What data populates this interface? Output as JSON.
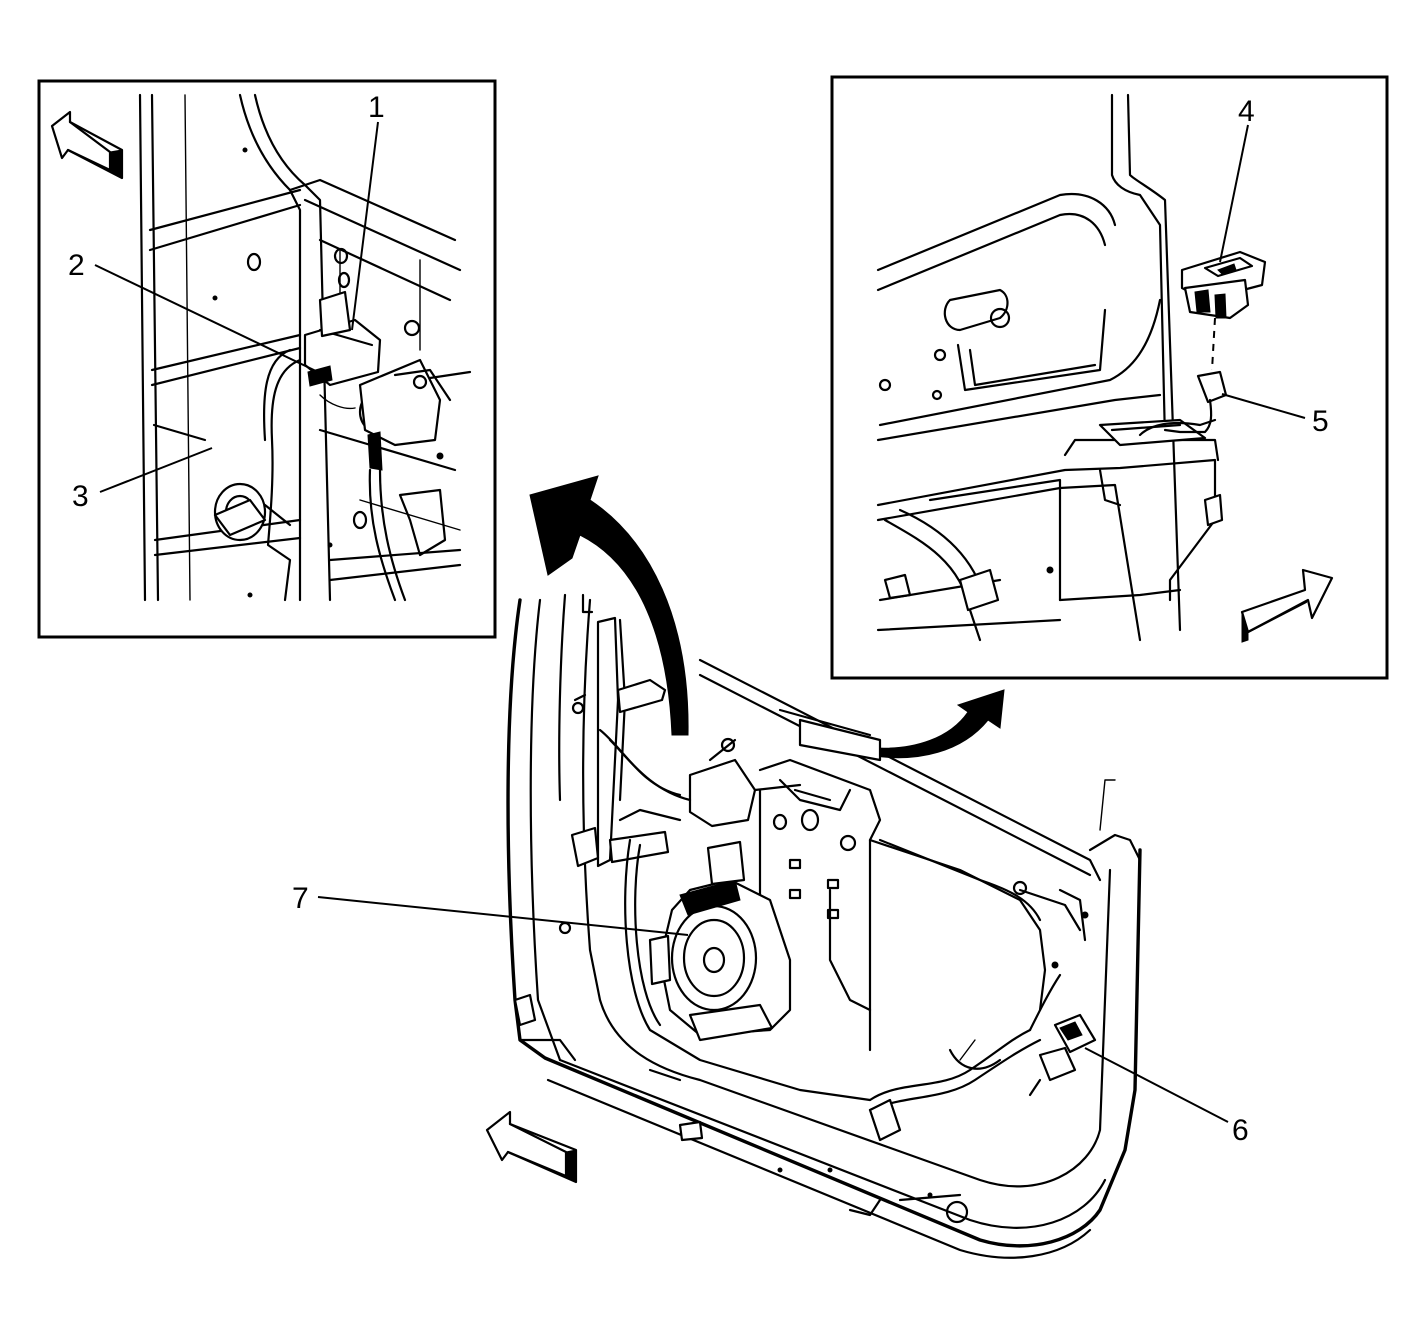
{
  "callouts": {
    "c1": "1",
    "c2": "2",
    "c3": "3",
    "c4": "4",
    "c5": "5",
    "c6": "6",
    "c7": "7"
  },
  "colors": {
    "ink": "#000000",
    "paper": "#ffffff"
  },
  "icons": {
    "direction_arrow": "hollow-3d-direction-arrow-icon",
    "curved_arrow": "curved-solid-arrow-icon"
  }
}
